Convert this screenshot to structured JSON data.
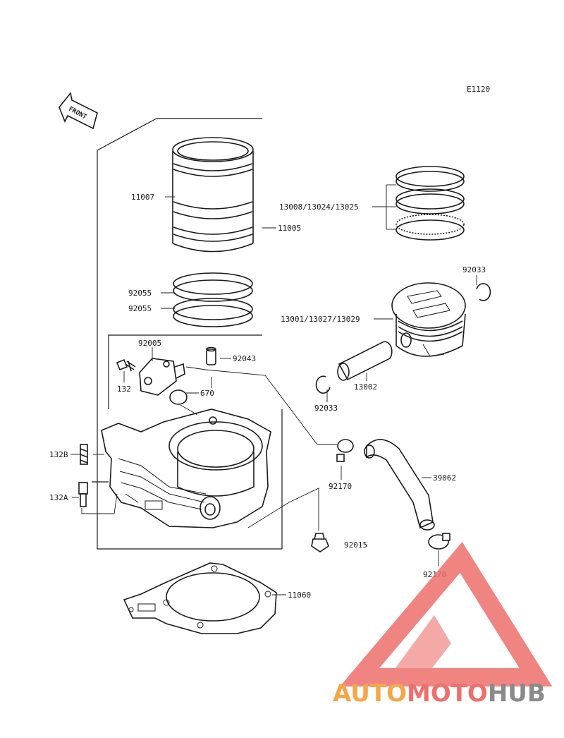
{
  "diagram": {
    "code": "E1120",
    "front_marker": "FRONT",
    "parts": {
      "p11007": "11007",
      "p11005": "11005",
      "p13008": "13008/13024/13025",
      "p92055a": "92055",
      "p92055b": "92055",
      "p92033a": "92033",
      "p13001": "13001/13027/13029",
      "p92005": "92005",
      "p92043": "92043",
      "p132": "132",
      "p670": "670",
      "p13002": "13002",
      "p92033b": "92033",
      "p132B": "132B",
      "p92170a": "92170",
      "p39062": "39062",
      "p132A": "132A",
      "p92015": "92015",
      "p92170b": "92170",
      "p11060": "11060"
    }
  },
  "watermark": {
    "part1": "AUTO",
    "part2": "MOTO",
    "part3": "HUB",
    "colors": {
      "orange": "#f3a64a",
      "red": "#ee6f6c",
      "gray": "#8a8a8a"
    }
  }
}
